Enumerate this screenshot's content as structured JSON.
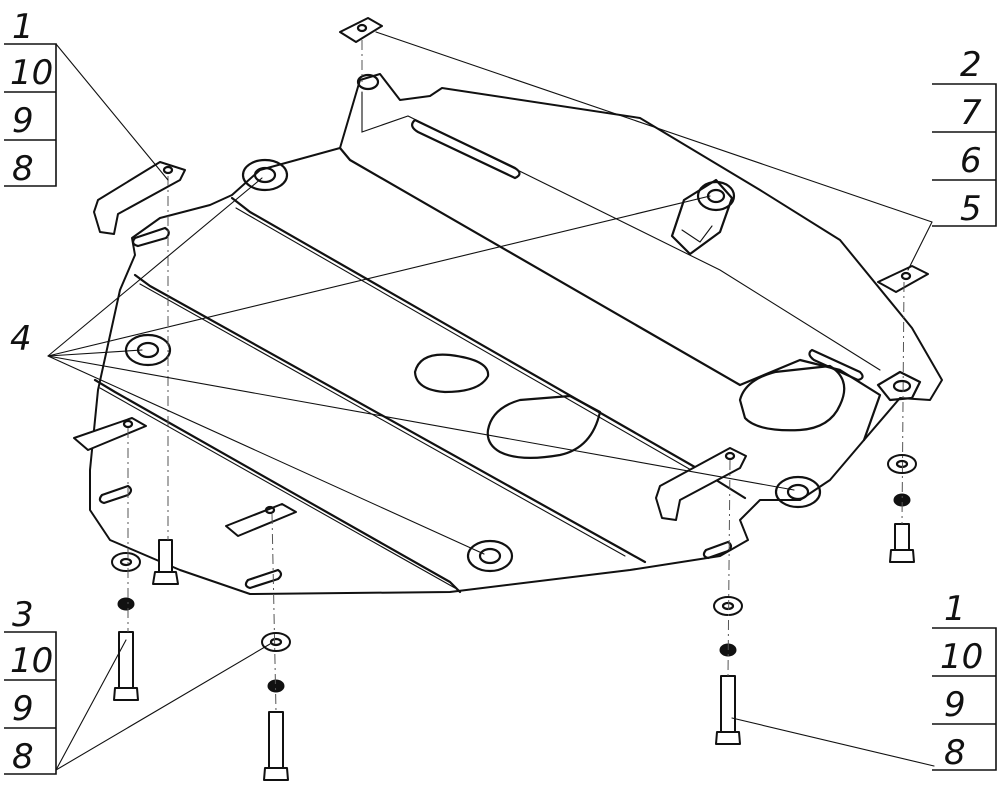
{
  "callouts": {
    "top_left": [
      "1",
      "10",
      "9",
      "8"
    ],
    "top_right": [
      "2",
      "7",
      "6",
      "5"
    ],
    "bottom_left": [
      "3",
      "10",
      "9",
      "8"
    ],
    "bottom_right": [
      "1",
      "10",
      "9",
      "8"
    ],
    "left_label": "4"
  }
}
